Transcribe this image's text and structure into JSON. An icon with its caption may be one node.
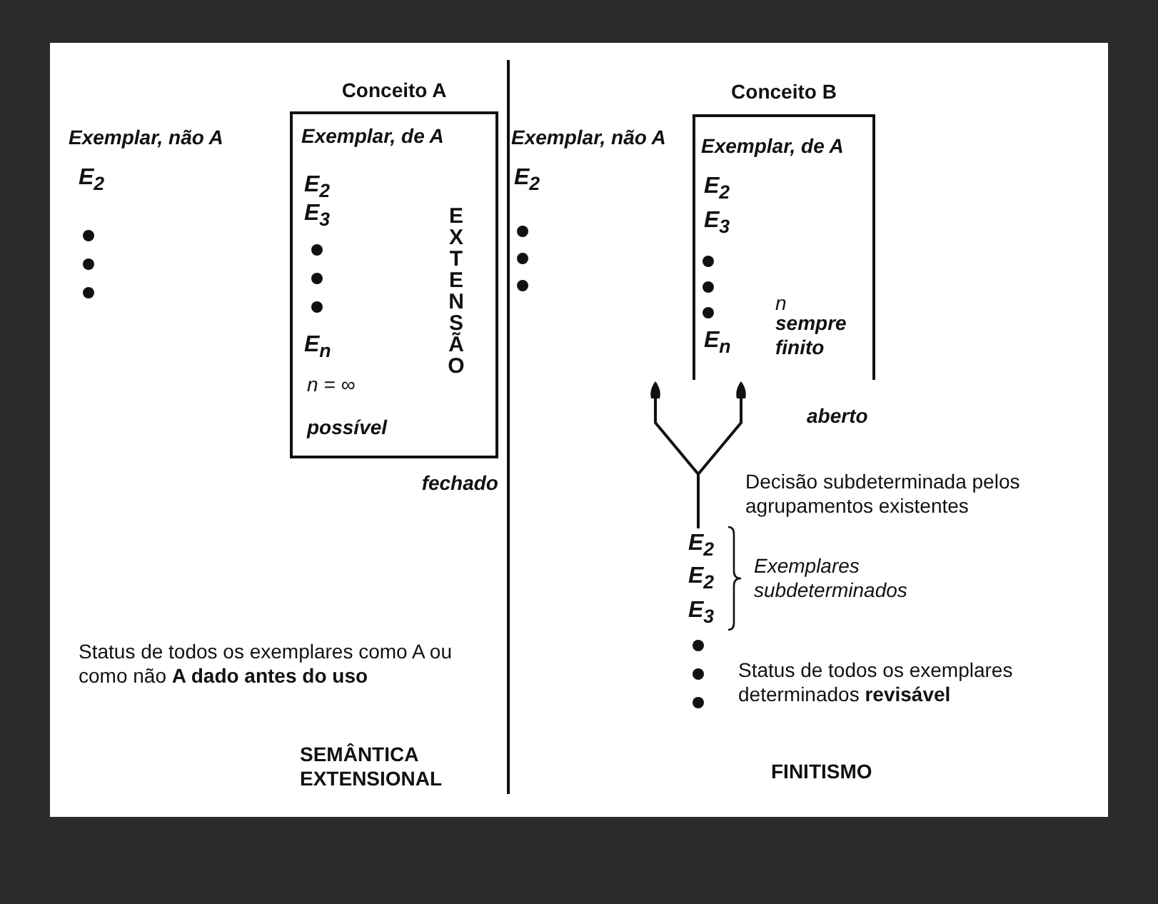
{
  "diagram": {
    "nodes": [
      {
        "text": [
          "Conceito A",
          "Exemplar, de A",
          "E$_{2}$",
          "E$_{3}$",
          "E$_{n}$",
          "n = ∞",
          "possível",
          "EXTENSÃO"
        ],
        "beside": [
          "fechado"
        ]
      },
      {
        "text": [
          "Conceito B",
          "Exemplar, de A",
          "E$_{2}$",
          "E$_{3}$",
          "E$_{n}$",
          "n",
          "sempre finito"
        ],
        "beside": [
          "aberto"
        ]
      },
      {
        "text": [
          "E$_{2}$",
          "E$_{2}$",
          "E$_{3}$",
          "Exemplares subdeterminados"
        ]
      }
    ],
    "edges": [
      {
        "from": 2,
        "to": 1,
        "arrow": "to"
      },
      {
        "from": 2,
        "to": 1,
        "arrow": "to"
      }
    ],
    "labels": [
      "Exemplar, não A",
      "E$_{2}$",
      "Status de todos os exemplares como A ou como não **A dado antes do uso**",
      "SEMÂNTICA EXTENSIONAL",
      "Exemplar, não A",
      "E$_{2}$",
      "Decisão subdeterminada pelos agrupamentos existentes",
      "Status de todos os exemplares determinados **revisável**",
      "FINITISMO"
    ]
  }
}
